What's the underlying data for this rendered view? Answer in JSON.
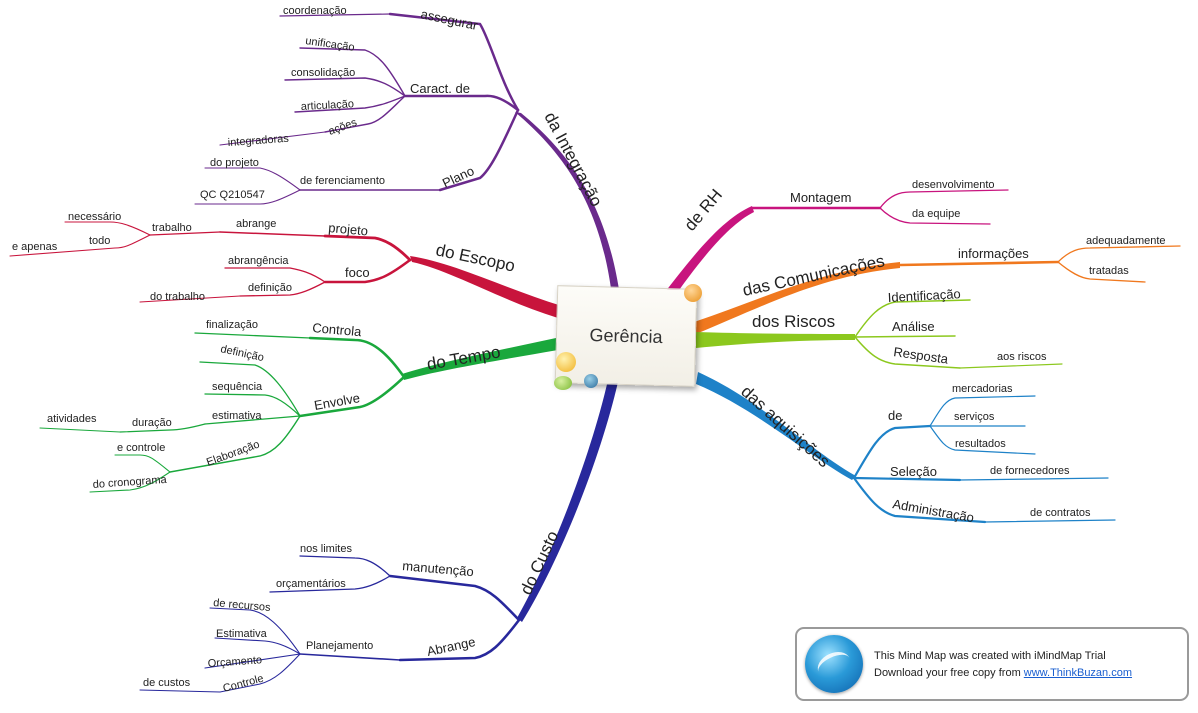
{
  "center": {
    "title": "Gerência"
  },
  "branches": {
    "integracao": {
      "label": "da Integração",
      "color": "#6a2a8c",
      "assegurar": {
        "label": "assegurar",
        "leaf": "coordenação"
      },
      "caract": {
        "label": "Caract. de",
        "leaves": [
          "unificação",
          "consolidação",
          "articulação",
          "ações",
          "integradoras"
        ]
      },
      "plano": {
        "label": "Plano",
        "sub": "de ferenciamento",
        "leaves": [
          "do projeto",
          "QC Q210547"
        ]
      }
    },
    "escopo": {
      "label": "do Escopo",
      "color": "#c8143c",
      "projeto": {
        "label": "projeto",
        "abrange": "abrange",
        "trabalho": "trabalho",
        "leaves": [
          "necessário",
          "todo",
          "e apenas"
        ]
      },
      "foco": {
        "label": "foco",
        "leaves": [
          "abrangência",
          "definição",
          "do trabalho"
        ]
      }
    },
    "tempo": {
      "label": "do Tempo",
      "color": "#1aa83c",
      "controla": {
        "label": "Controla",
        "leaf": "finalização"
      },
      "envolve": {
        "label": "Envolve",
        "leaves": [
          "definição",
          "sequência",
          "estimativa",
          "duração",
          "atividades"
        ]
      },
      "elaboracao": {
        "label": "Elaboração",
        "leaves": [
          "e controle",
          "do cronograma"
        ]
      }
    },
    "custo": {
      "label": "do Custo",
      "color": "#28289c",
      "manutencao": {
        "label": "manutenção",
        "leaves": [
          "nos limites",
          "orçamentários"
        ]
      },
      "abrange": {
        "label": "Abrange",
        "planejamento": "Planejamento",
        "leaves": [
          "de recursos",
          "Estimativa",
          "Orçamento",
          "Controle",
          "de custos"
        ]
      }
    },
    "rh": {
      "label": "de RH",
      "color": "#c8147e",
      "montagem": {
        "label": "Montagem",
        "leaves": [
          "desenvolvimento",
          "da equipe"
        ]
      }
    },
    "comunicacoes": {
      "label": "das Comunicações",
      "color": "#f0781e",
      "informacoes": {
        "label": "informações",
        "leaves": [
          "adequadamente",
          "tratadas"
        ]
      }
    },
    "riscos": {
      "label": "dos Riscos",
      "color": "#8cc81e",
      "leaves": [
        "Identificação",
        "Análise",
        "Resposta",
        "aos riscos"
      ]
    },
    "aquisicoes": {
      "label": "das aquisições",
      "color": "#1e82c8",
      "de": {
        "label": "de",
        "leaves": [
          "mercadorias",
          "serviços",
          "resultados"
        ]
      },
      "selecao": {
        "label": "Seleção",
        "leaf": "de fornecedores"
      },
      "administracao": {
        "label": "Administração",
        "leaf": "de contratos"
      }
    }
  },
  "promo": {
    "line1": "This Mind Map was created with iMindMap Trial",
    "line2_prefix": "Download your free copy from ",
    "link": "www.ThinkBuzan.com"
  }
}
